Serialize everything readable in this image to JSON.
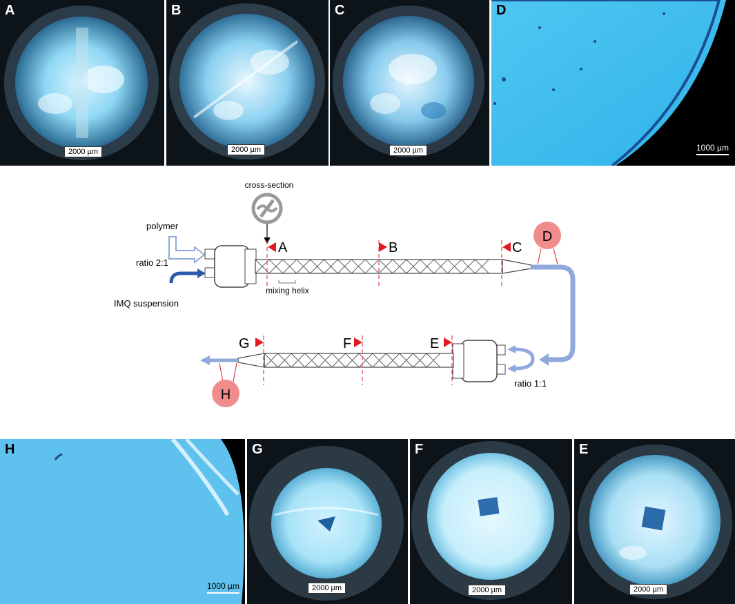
{
  "panels": {
    "A": {
      "label": "A",
      "scale": "2000 µm"
    },
    "B": {
      "label": "B",
      "scale": "2000 µm"
    },
    "C": {
      "label": "C",
      "scale": "2000 µm"
    },
    "D": {
      "label": "D",
      "scale": "1000 µm"
    },
    "H": {
      "label": "H",
      "scale": "1000 µm"
    },
    "G": {
      "label": "G",
      "scale": "2000 µm"
    },
    "F": {
      "label": "F",
      "scale": "2000 µm"
    },
    "E": {
      "label": "E",
      "scale": "2000 µm"
    }
  },
  "diagram": {
    "cross_section": "cross-section",
    "polymer": "polymer",
    "ratio_top": "ratio 2:1",
    "imq": "IMQ suspension",
    "mixing_helix": "mixing helix",
    "ratio_bottom": "ratio 1:1",
    "markers": {
      "A": "A",
      "B": "B",
      "C": "C",
      "D": "D",
      "E": "E",
      "F": "F",
      "G": "G",
      "H": "H"
    }
  },
  "colors": {
    "accent_red": "#e01b24",
    "marker_pink": "#f08c8c",
    "tube_blue": "#8fa9dc",
    "dark_blue": "#2b59a8",
    "sample_blue": "#34b9ee"
  }
}
